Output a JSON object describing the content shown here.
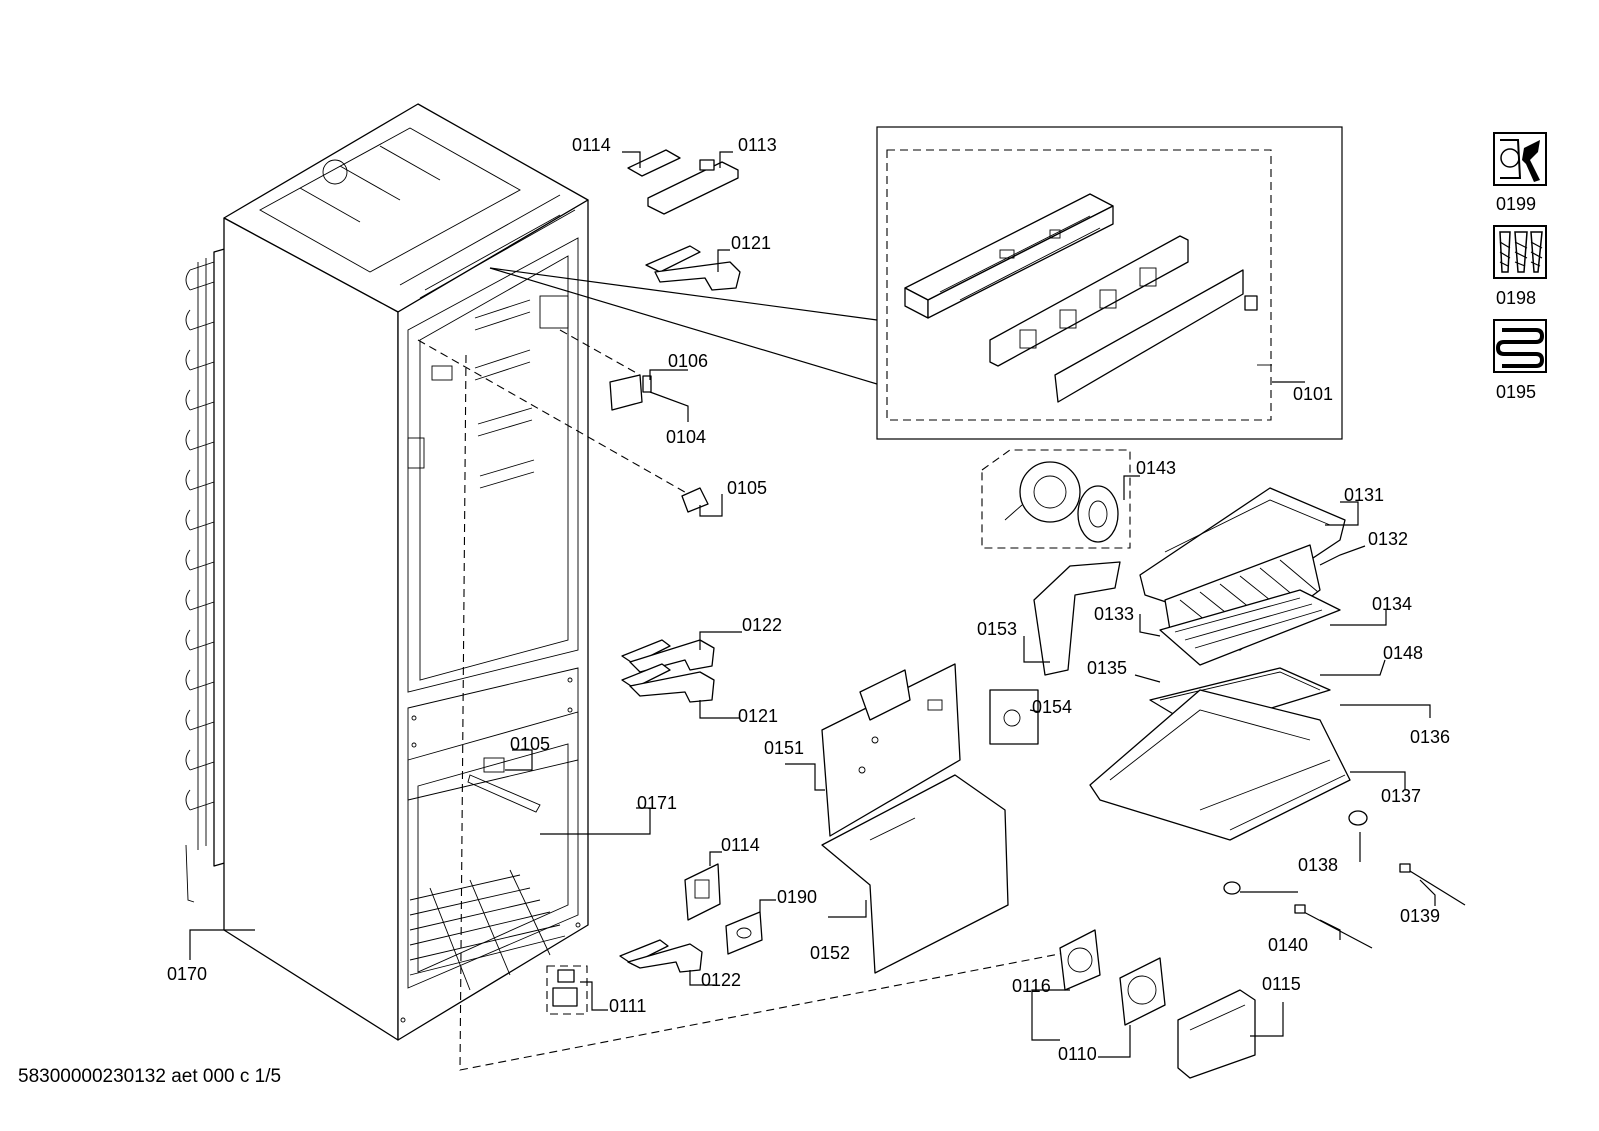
{
  "footer": {
    "doc_code": "58300000230132 aet 000 c 1/5"
  },
  "callouts": {
    "p0101": "0101",
    "p0104": "0104",
    "p0105a": "0105",
    "p0105b": "0105",
    "p0106": "0106",
    "p0110": "0110",
    "p0111": "0111",
    "p0113": "0113",
    "p0114a": "0114",
    "p0114b": "0114",
    "p0115": "0115",
    "p0116": "0116",
    "p0121a": "0121",
    "p0121b": "0121",
    "p0122a": "0122",
    "p0122b": "0122",
    "p0131": "0131",
    "p0132": "0132",
    "p0133": "0133",
    "p0134": "0134",
    "p0135": "0135",
    "p0136": "0136",
    "p0137": "0137",
    "p0138": "0138",
    "p0139": "0139",
    "p0140": "0140",
    "p0143": "0143",
    "p0148": "0148",
    "p0151": "0151",
    "p0152": "0152",
    "p0153": "0153",
    "p0154": "0154",
    "p0170": "0170",
    "p0171": "0171",
    "p0190": "0190"
  },
  "legend_icons": [
    {
      "icon": "tool-wrench-icon",
      "label": "0199"
    },
    {
      "icon": "screws-icon",
      "label": "0198"
    },
    {
      "icon": "heater-coil-icon",
      "label": "0195"
    }
  ]
}
